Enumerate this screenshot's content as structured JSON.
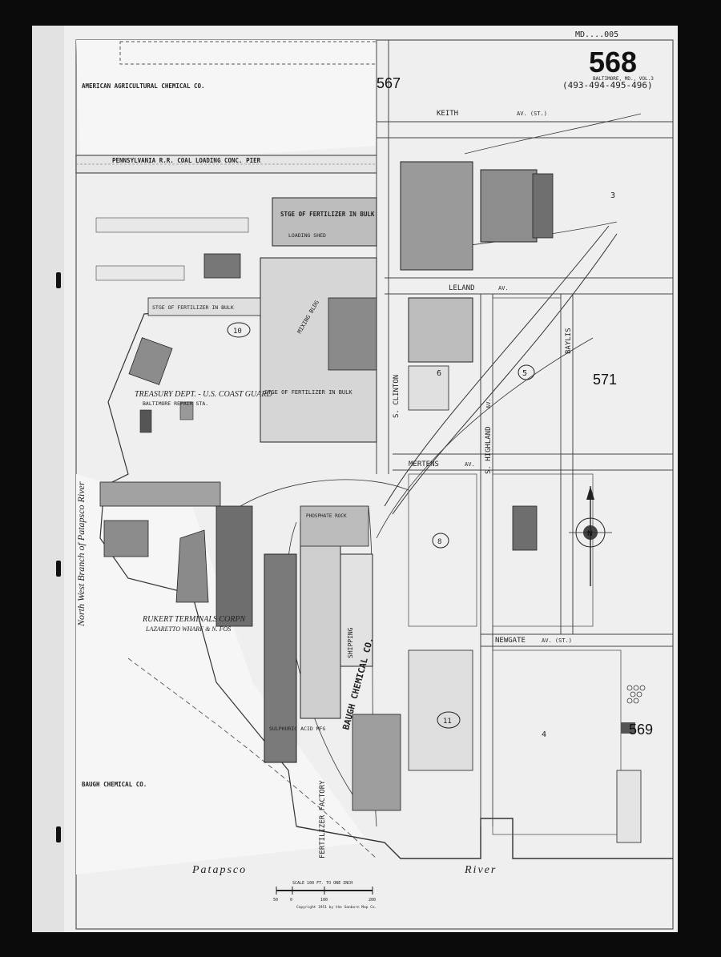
{
  "sheet": {
    "code": "MD....005",
    "number": "568",
    "city": "BALTIMORE, MD., VOL.3",
    "adjoining": "(493-494-495-496)",
    "adjacent_sheets": {
      "north": "567",
      "east": "571",
      "southeast": "569"
    }
  },
  "streets": {
    "keith": "KEITH",
    "keith_suffix": "AV. (ST.)",
    "leland": "LELAND",
    "leland_suffix": "AV.",
    "mertens": "MERTENS",
    "mertens_suffix": "AV.",
    "newgate": "NEWGATE",
    "newgate_suffix": "AV. (ST.)",
    "clinton": "S. CLINTON",
    "highland": "S. HIGHLAND",
    "highland_suffix": "AV.",
    "baylis": "BAYLIS"
  },
  "blocks": [
    "3",
    "5",
    "6",
    "4",
    "8",
    "10",
    "11"
  ],
  "companies": {
    "american": "AMERICAN AGRICULTURAL CHEMICAL CO.",
    "treasury_line1": "TREASURY DEPT. - U.S. COAST GUARD",
    "treasury_line2": "BALTIMORE REPAIR STA.",
    "rukert_line1": "RUKERT TERMINALS CORPN",
    "rukert_line2": "LAZARETTO WHARF & N. FOS",
    "baugh_chemical": "BAUGH CHEMICAL CO.",
    "baugh_footer": "BAUGH CHEMICAL CO.",
    "fertilizer_factory": "FERTILIZER FACTORY"
  },
  "structures": {
    "pier": "PENNSYLVANIA R.R. COAL LOADING CONC. PIER",
    "stge_bulk": "STGE OF FERTILIZER IN BULK",
    "stge_bulk_left": "STGE OF FERTILIZER IN BULK",
    "stge_bulk_lower": "STGE OF FERTILIZER IN BULK",
    "mixing_bldg": "MIXING BLDG",
    "loading_shed": "LOADING SHED",
    "shipping": "SHIPPING",
    "sulphuric": "SULPHURIC ACID MFG",
    "phosphate": "PHOSPHATE ROCK"
  },
  "water": {
    "branch": "North West Branch of Patapsco River",
    "patapsco": "Patapsco",
    "river": "River"
  },
  "scale": {
    "label": "SCALE 100 FT. TO ONE INCH",
    "ticks": [
      "50",
      "0",
      "100",
      "200"
    ]
  },
  "copyright": "Copyright 1951 by the Sanborn Map Co.",
  "compass": {
    "north": "N"
  },
  "colors": {
    "paper": "#efefef",
    "scan": "#0b0b0b",
    "building": "#7a7a7a",
    "ink": "#222222"
  }
}
